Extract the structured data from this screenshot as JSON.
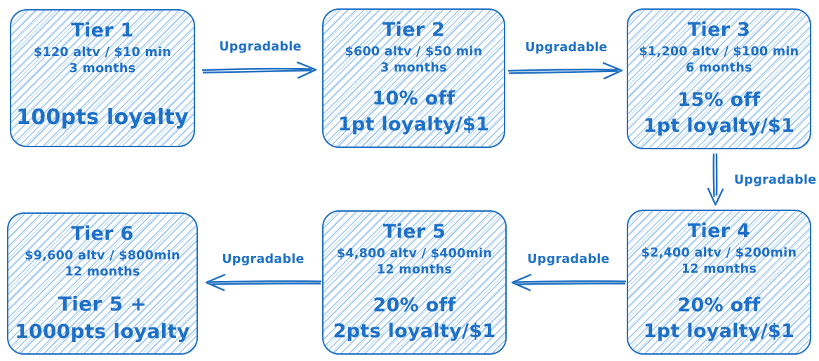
{
  "colors": {
    "ink": "#2271c3",
    "text": "#1e70c8",
    "hatch1": "#9cc6ee",
    "hatch2": "#cfe5f9",
    "bg": "#ffffff"
  },
  "tiers": [
    {
      "id": "tier-1",
      "title": "Tier 1",
      "requirement": "$120 altv / $10 min",
      "duration": "3 months",
      "benefits": [
        "100pts loyalty"
      ]
    },
    {
      "id": "tier-2",
      "title": "Tier 2",
      "requirement": "$600 altv / $50 min",
      "duration": "3 months",
      "benefits": [
        "10% off",
        "1pt loyalty/$1"
      ]
    },
    {
      "id": "tier-3",
      "title": "Tier 3",
      "requirement": "$1,200 altv / $100 min",
      "duration": "6 months",
      "benefits": [
        "15% off",
        "1pt loyalty/$1"
      ]
    },
    {
      "id": "tier-4",
      "title": "Tier 4",
      "requirement": "$2,400 altv / $200min",
      "duration": "12 months",
      "benefits": [
        "20% off",
        "1pt loyalty/$1"
      ]
    },
    {
      "id": "tier-5",
      "title": "Tier 5",
      "requirement": "$4,800 altv / $400min",
      "duration": "12 months",
      "benefits": [
        "20% off",
        "2pts loyalty/$1"
      ]
    },
    {
      "id": "tier-6",
      "title": "Tier 6",
      "requirement": "$9,600 altv / $800min",
      "duration": "12 months",
      "benefits": [
        "Tier 5 +",
        "1000pts loyalty"
      ]
    }
  ],
  "arrows": [
    {
      "label": "Upgradable",
      "from": "tier-1",
      "to": "tier-2",
      "direction": "right"
    },
    {
      "label": "Upgradable",
      "from": "tier-2",
      "to": "tier-3",
      "direction": "right"
    },
    {
      "label": "Upgradable",
      "from": "tier-3",
      "to": "tier-4",
      "direction": "down"
    },
    {
      "label": "Upgradable",
      "from": "tier-4",
      "to": "tier-5",
      "direction": "left"
    },
    {
      "label": "Upgradable",
      "from": "tier-5",
      "to": "tier-6",
      "direction": "left"
    }
  ]
}
